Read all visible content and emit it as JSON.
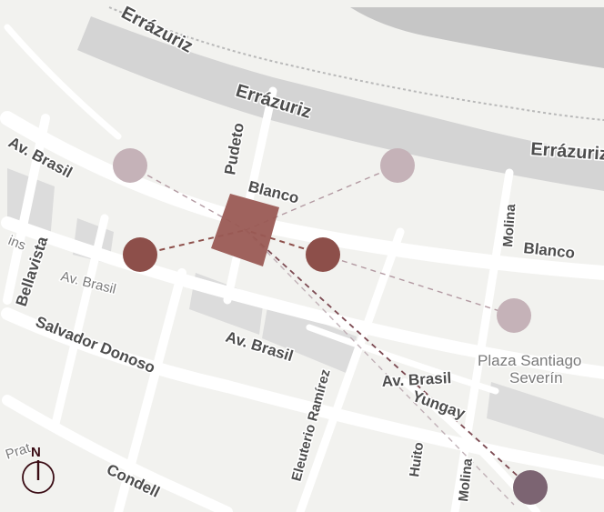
{
  "map": {
    "streets": {
      "errazuriz_top": "Errázuriz",
      "errazuriz_mid": "Errázuriz",
      "errazuriz_right": "Errázuriz",
      "av_brasil_left": "Av. Brasil",
      "bellavista": "Bellavista",
      "pudeto": "Pudeto",
      "blanco_left": "Blanco",
      "blanco_right": "Blanco",
      "molina_upper": "Molina",
      "av_brasil_small": "Av. Brasil",
      "salvador_donoso": "Salvador Donoso",
      "av_brasil_center": "Av. Brasil",
      "eleuterio_ramirez": "Eleuterio Ramírez",
      "av_brasil_right": "Av. Brasil",
      "yungay": "Yungay",
      "huito": "Huito",
      "molina_lower": "Molina",
      "condell": "Condell",
      "ins_fragment": "ins",
      "prat_fragment": "Prat"
    },
    "places": {
      "plaza_line1": "Plaza Santiago",
      "plaza_line2": "Severín"
    },
    "north_label": "N"
  },
  "colors": {
    "land": "#f2f2ef",
    "road": "#ffffff",
    "block": "#dcdcdc",
    "water": "#c6c6c6",
    "highlight": "#9a5a54",
    "node_dark": "#8d4f4a",
    "node_light": "#c5b2b8",
    "node_purple": "#7c6472",
    "compass": "#3a0c14"
  },
  "overlay": {
    "center_building": "highlighted-block",
    "nodes": [
      "node-upper-left",
      "node-upper-right",
      "node-left",
      "node-right",
      "node-lower-right",
      "node-bottom-right"
    ]
  }
}
